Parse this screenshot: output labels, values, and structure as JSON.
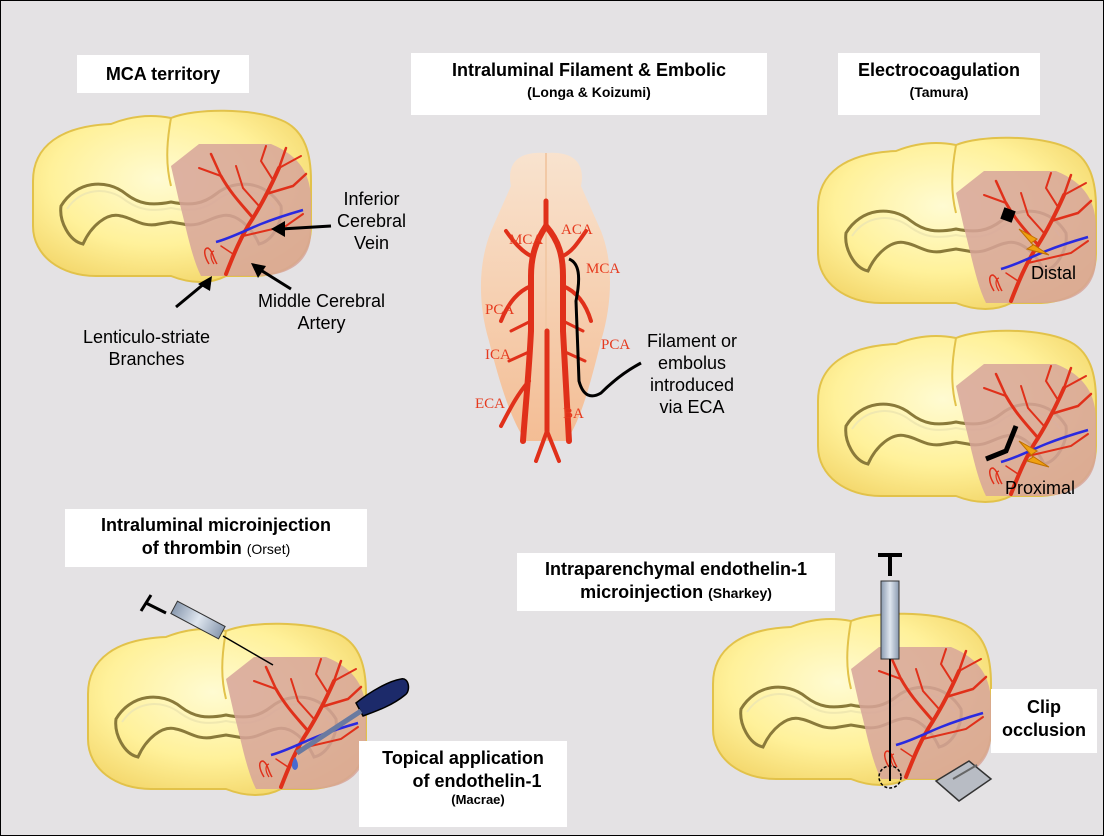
{
  "panels": {
    "mca_territory": {
      "title": "MCA territory",
      "labels": {
        "vein_l1": "Inferior",
        "vein_l2": "Cerebral",
        "vein_l3": "Vein",
        "artery_l1": "Middle Cerebral",
        "artery_l2": "Artery",
        "branches_l1": "Lenticulo-striate",
        "branches_l2": "Branches"
      }
    },
    "filament": {
      "title": "Intraluminal Filament & Embolic",
      "subtitle": "(Longa & Koizumi)",
      "vessels": [
        "MCA",
        "ACA",
        "MCA",
        "PCA",
        "PCA",
        "ICA",
        "ECA",
        "BA"
      ],
      "note_l1": "Filament or",
      "note_l2": "embolus",
      "note_l3": "introduced",
      "note_l4": "via ECA"
    },
    "electro": {
      "title": "Electrocoagulation",
      "subtitle_open": "(",
      "subtitle_name": "Tamura",
      "subtitle_close": ")",
      "distal": "Distal",
      "proximal": "Proximal"
    },
    "thrombin": {
      "title_l1": "Intraluminal microinjection",
      "title_l2": "of thrombin",
      "author": "(Orset)"
    },
    "topical": {
      "title_l1": "Topical application",
      "title_l2": "of endothelin-1",
      "author": "(Macrae)"
    },
    "intraparenchymal": {
      "title_l1": "Intraparenchymal endothelin-1",
      "title_l2": "microinjection",
      "author": "(Sharkey)"
    },
    "clip": {
      "title_l1": "Clip",
      "title_l2": "occlusion"
    }
  },
  "colors": {
    "background": "#e4e2e4",
    "brain": "#fff09a",
    "brain_edge": "#e8c84a",
    "territory": "#d7a49a",
    "artery": "#e0301a",
    "vein": "#2a2ae0",
    "flash": "#f0a010"
  }
}
